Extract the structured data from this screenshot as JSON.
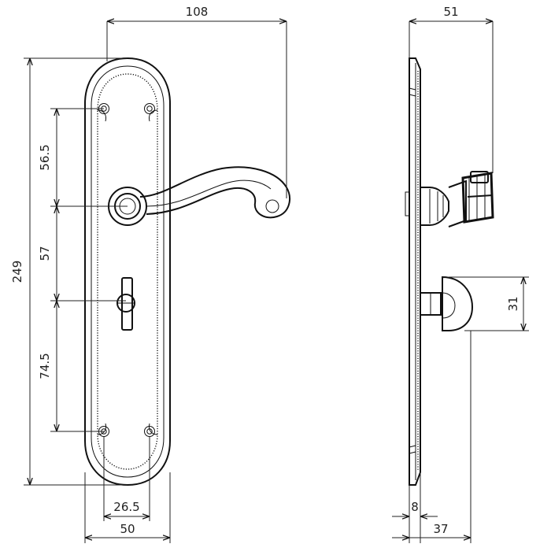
{
  "drawing": {
    "front_view": {
      "overall_width": "108",
      "overall_height": "249",
      "top_hole_to_lever": "56.5",
      "lever_to_turn": "57",
      "turn_to_bottom_hole": "74.5",
      "hole_spacing": "26.5",
      "plate_width": "50"
    },
    "side_view": {
      "overall_depth": "51",
      "turn_height": "31",
      "plate_thickness": "8",
      "turn_depth": "37"
    }
  }
}
